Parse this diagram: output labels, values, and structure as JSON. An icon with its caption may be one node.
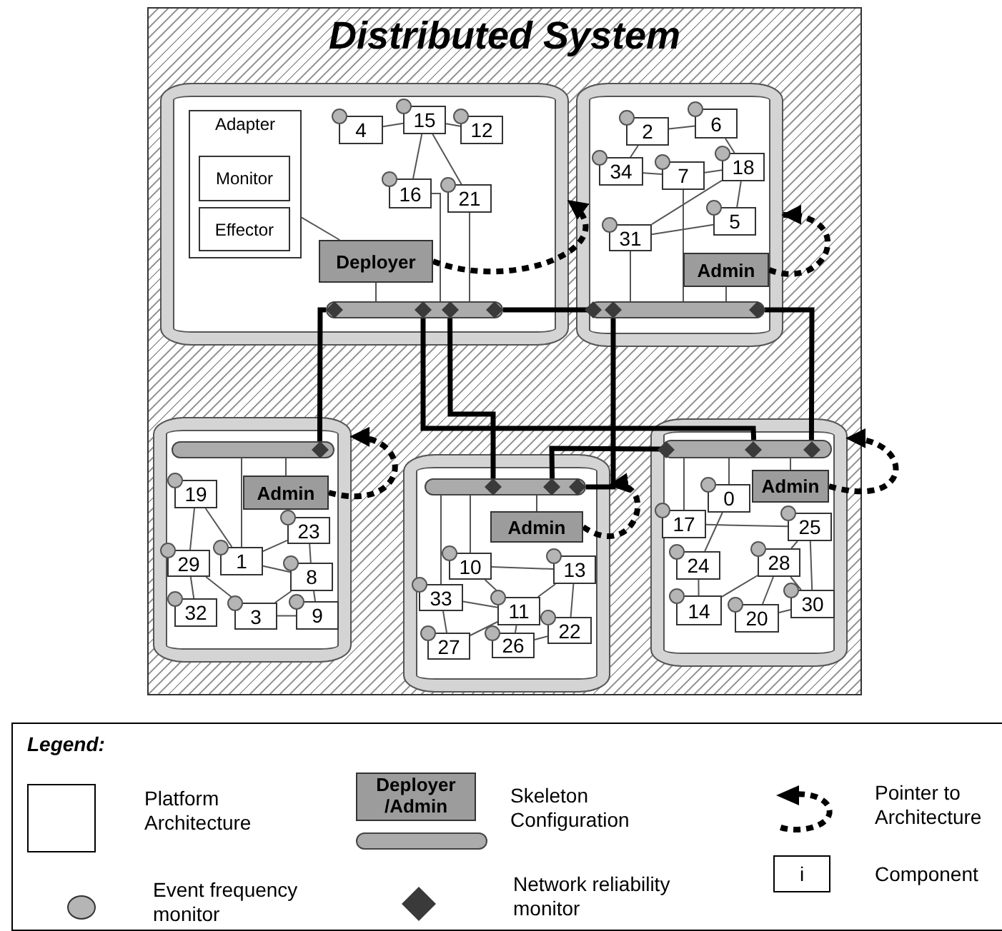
{
  "diagram": {
    "nodes": [
      {
        "text": [
          "Distributed System"
        ]
      },
      {
        "text": [],
        "shape": "cylinder",
        "in": 0
      },
      {
        "text": [
          "Adapter"
        ],
        "in": 1
      },
      {
        "text": [
          "Monitor"
        ],
        "in": 2
      },
      {
        "text": [
          "Effector"
        ],
        "in": 2
      },
      {
        "text": [
          "Deployer"
        ],
        "in": 1
      },
      {
        "text": [],
        "shape": "bar",
        "in": 1
      },
      {
        "text": [
          "4"
        ],
        "in": 1
      },
      {
        "text": [
          "15"
        ],
        "in": 1
      },
      {
        "text": [
          "12"
        ],
        "in": 1
      },
      {
        "text": [
          "16"
        ],
        "in": 1
      },
      {
        "text": [
          "21"
        ],
        "in": 1
      },
      {
        "text": [],
        "shape": "cylinder",
        "in": 0
      },
      {
        "text": [
          "2"
        ],
        "in": 12
      },
      {
        "text": [
          "6"
        ],
        "in": 12
      },
      {
        "text": [
          "34"
        ],
        "in": 12
      },
      {
        "text": [
          "7"
        ],
        "in": 12
      },
      {
        "text": [
          "18"
        ],
        "in": 12
      },
      {
        "text": [
          "5"
        ],
        "in": 12
      },
      {
        "text": [
          "31"
        ],
        "in": 12
      },
      {
        "text": [
          "Admin"
        ],
        "in": 12
      },
      {
        "text": [],
        "shape": "bar",
        "in": 12
      },
      {
        "text": [],
        "shape": "cylinder",
        "in": 0
      },
      {
        "text": [],
        "shape": "bar",
        "in": 22
      },
      {
        "text": [
          "Admin"
        ],
        "in": 22
      },
      {
        "text": [
          "19"
        ],
        "in": 22
      },
      {
        "text": [
          "23"
        ],
        "in": 22
      },
      {
        "text": [
          "1"
        ],
        "in": 22
      },
      {
        "text": [
          "29"
        ],
        "in": 22
      },
      {
        "text": [
          "8"
        ],
        "in": 22
      },
      {
        "text": [
          "32"
        ],
        "in": 22
      },
      {
        "text": [
          "3"
        ],
        "in": 22
      },
      {
        "text": [
          "9"
        ],
        "in": 22
      },
      {
        "text": [],
        "shape": "cylinder",
        "in": 0
      },
      {
        "text": [],
        "shape": "bar",
        "in": 33
      },
      {
        "text": [
          "Admin"
        ],
        "in": 33
      },
      {
        "text": [
          "10"
        ],
        "in": 33
      },
      {
        "text": [
          "13"
        ],
        "in": 33
      },
      {
        "text": [
          "33"
        ],
        "in": 33
      },
      {
        "text": [
          "11"
        ],
        "in": 33
      },
      {
        "text": [
          "22"
        ],
        "in": 33
      },
      {
        "text": [
          "27"
        ],
        "in": 33
      },
      {
        "text": [
          "26"
        ],
        "in": 33
      },
      {
        "text": [],
        "shape": "cylinder",
        "in": 0
      },
      {
        "text": [],
        "shape": "bar",
        "in": 43
      },
      {
        "text": [
          "Admin"
        ],
        "in": 43
      },
      {
        "text": [
          "0"
        ],
        "in": 43
      },
      {
        "text": [
          "17"
        ],
        "in": 43
      },
      {
        "text": [
          "25"
        ],
        "in": 43
      },
      {
        "text": [
          "24"
        ],
        "in": 43
      },
      {
        "text": [
          "28"
        ],
        "in": 43
      },
      {
        "text": [
          "14"
        ],
        "in": 43
      },
      {
        "text": [
          "20"
        ],
        "in": 43
      },
      {
        "text": [
          "30"
        ],
        "in": 43
      }
    ],
    "edges": [
      {
        "from": 7,
        "to": 8,
        "arrow": "none"
      },
      {
        "from": 8,
        "to": 9,
        "arrow": "none"
      },
      {
        "from": 8,
        "to": 10,
        "arrow": "none"
      },
      {
        "from": 8,
        "to": 11,
        "arrow": "none"
      },
      {
        "from": 10,
        "to": 6,
        "arrow": "none"
      },
      {
        "from": 11,
        "to": 6,
        "arrow": "none"
      },
      {
        "from": 2,
        "to": 5,
        "arrow": "none"
      },
      {
        "from": 5,
        "to": 6,
        "arrow": "none"
      },
      {
        "from": 5,
        "to": 1,
        "arrow": "to",
        "style": "dashed"
      },
      {
        "from": 13,
        "to": 14,
        "arrow": "none"
      },
      {
        "from": 13,
        "to": 15,
        "arrow": "none"
      },
      {
        "from": 15,
        "to": 16,
        "arrow": "none"
      },
      {
        "from": 16,
        "to": 17,
        "arrow": "none"
      },
      {
        "from": 14,
        "to": 17,
        "arrow": "none"
      },
      {
        "from": 17,
        "to": 18,
        "arrow": "none"
      },
      {
        "from": 19,
        "to": 18,
        "arrow": "none"
      },
      {
        "from": 19,
        "to": 17,
        "arrow": "none"
      },
      {
        "from": 16,
        "to": 21,
        "arrow": "none"
      },
      {
        "from": 19,
        "to": 21,
        "arrow": "none"
      },
      {
        "from": 20,
        "to": 21,
        "arrow": "none"
      },
      {
        "from": 20,
        "to": 12,
        "arrow": "to",
        "style": "dashed"
      },
      {
        "from": 23,
        "to": 24,
        "arrow": "none"
      },
      {
        "from": 23,
        "to": 27,
        "arrow": "none"
      },
      {
        "from": 25,
        "to": 28,
        "arrow": "none"
      },
      {
        "from": 25,
        "to": 27,
        "arrow": "none"
      },
      {
        "from": 26,
        "to": 27,
        "arrow": "none"
      },
      {
        "from": 26,
        "to": 29,
        "arrow": "none"
      },
      {
        "from": 27,
        "to": 29,
        "arrow": "none"
      },
      {
        "from": 28,
        "to": 30,
        "arrow": "none"
      },
      {
        "from": 28,
        "to": 31,
        "arrow": "none"
      },
      {
        "from": 31,
        "to": 32,
        "arrow": "none"
      },
      {
        "from": 29,
        "to": 32,
        "arrow": "none"
      },
      {
        "from": 31,
        "to": 29,
        "arrow": "none"
      },
      {
        "from": 24,
        "to": 22,
        "arrow": "to",
        "style": "dashed"
      },
      {
        "from": 34,
        "to": 35,
        "arrow": "none"
      },
      {
        "from": 34,
        "to": 36,
        "arrow": "none"
      },
      {
        "from": 34,
        "to": 38,
        "arrow": "none"
      },
      {
        "from": 36,
        "to": 37,
        "arrow": "none"
      },
      {
        "from": 36,
        "to": 39,
        "arrow": "none"
      },
      {
        "from": 37,
        "to": 39,
        "arrow": "none"
      },
      {
        "from": 37,
        "to": 40,
        "arrow": "none"
      },
      {
        "from": 38,
        "to": 41,
        "arrow": "none"
      },
      {
        "from": 38,
        "to": 39,
        "arrow": "none"
      },
      {
        "from": 39,
        "to": 42,
        "arrow": "none"
      },
      {
        "from": 39,
        "to": 41,
        "arrow": "none"
      },
      {
        "from": 42,
        "to": 40,
        "arrow": "none"
      },
      {
        "from": 35,
        "to": 33,
        "arrow": "to",
        "style": "dashed"
      },
      {
        "from": 44,
        "to": 45,
        "arrow": "none"
      },
      {
        "from": 44,
        "to": 46,
        "arrow": "none"
      },
      {
        "from": 44,
        "to": 47,
        "arrow": "none"
      },
      {
        "from": 46,
        "to": 49,
        "arrow": "none"
      },
      {
        "from": 47,
        "to": 48,
        "arrow": "none"
      },
      {
        "from": 48,
        "to": 50,
        "arrow": "none"
      },
      {
        "from": 48,
        "to": 53,
        "arrow": "none"
      },
      {
        "from": 49,
        "to": 51,
        "arrow": "none"
      },
      {
        "from": 51,
        "to": 50,
        "arrow": "none"
      },
      {
        "from": 50,
        "to": 52,
        "arrow": "none"
      },
      {
        "from": 50,
        "to": 53,
        "arrow": "none"
      },
      {
        "from": 52,
        "to": 53,
        "arrow": "none"
      },
      {
        "from": 45,
        "to": 43,
        "arrow": "to",
        "style": "dashed"
      },
      {
        "from": 6,
        "to": 21,
        "arrow": "none",
        "style": "thick"
      },
      {
        "from": 6,
        "to": 23,
        "arrow": "none",
        "style": "thick"
      },
      {
        "from": 6,
        "to": 44,
        "arrow": "none",
        "style": "thick"
      },
      {
        "from": 6,
        "to": 34,
        "arrow": "none",
        "style": "thick"
      },
      {
        "from": 21,
        "to": 34,
        "arrow": "none",
        "style": "thick"
      },
      {
        "from": 21,
        "to": 44,
        "arrow": "none",
        "style": "thick"
      },
      {
        "from": 34,
        "to": 44,
        "arrow": "none",
        "style": "thick"
      }
    ],
    "labels": [
      "Legend:",
      "Deployer /Admin",
      "i"
    ],
    "legend": [
      {
        "text": "Platform Architecture"
      },
      {
        "text": "Skeleton Configuration"
      },
      {
        "text": "Pointer to Architecture"
      },
      {
        "text": "Component"
      },
      {
        "text": "Event frequency monitor"
      },
      {
        "text": "Network reliability monitor"
      }
    ]
  }
}
